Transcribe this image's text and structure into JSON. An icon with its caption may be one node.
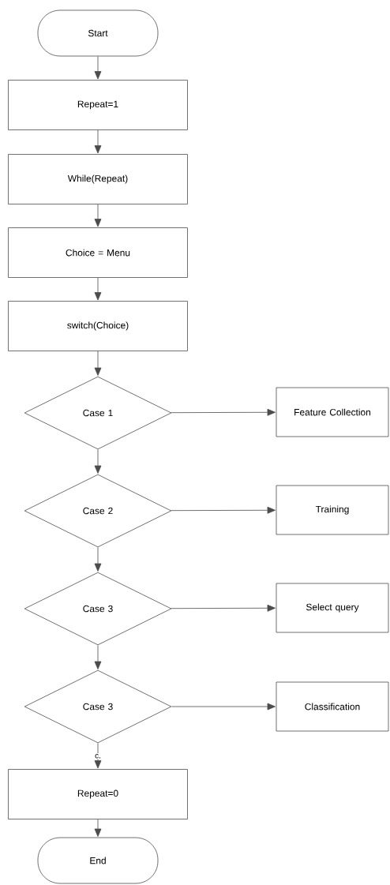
{
  "diagram": {
    "nodes": [
      {
        "text": [
          "Start"
        ]
      },
      {
        "text": [
          "Repeat=1"
        ]
      },
      {
        "text": [
          "While(Repeat)"
        ]
      },
      {
        "text": [
          "Choice = Menu"
        ]
      },
      {
        "text": [
          "switch(Choice)"
        ]
      },
      {
        "text": [
          "Case 1"
        ]
      },
      {
        "text": [
          "Feature Collection"
        ]
      },
      {
        "text": [
          "Case 2"
        ]
      },
      {
        "text": [
          "Training"
        ]
      },
      {
        "text": [
          "Case 3"
        ]
      },
      {
        "text": [
          "Select query"
        ]
      },
      {
        "text": [
          "Case 3"
        ]
      },
      {
        "text": [
          "Classification"
        ]
      },
      {
        "text": [
          "Repeat=0"
        ]
      },
      {
        "text": [
          "End"
        ]
      }
    ],
    "edges": [
      {
        "from": 0,
        "to": 1,
        "arrow": "to"
      },
      {
        "from": 1,
        "to": 2,
        "arrow": "to"
      },
      {
        "from": 2,
        "to": 3,
        "arrow": "to"
      },
      {
        "from": 3,
        "to": 4,
        "arrow": "to"
      },
      {
        "from": 4,
        "to": 5,
        "arrow": "to"
      },
      {
        "from": 5,
        "to": 6,
        "arrow": "to"
      },
      {
        "from": 5,
        "to": 7,
        "arrow": "to"
      },
      {
        "from": 7,
        "to": 8,
        "arrow": "to"
      },
      {
        "from": 7,
        "to": 9,
        "arrow": "to"
      },
      {
        "from": 9,
        "to": 10,
        "arrow": "to"
      },
      {
        "from": 9,
        "to": 11,
        "arrow": "to"
      },
      {
        "from": 11,
        "to": 12,
        "arrow": "to"
      },
      {
        "from": 11,
        "to": 13,
        "arrow": "to",
        "label": "c."
      },
      {
        "from": 13,
        "to": 14,
        "arrow": "to"
      }
    ]
  }
}
